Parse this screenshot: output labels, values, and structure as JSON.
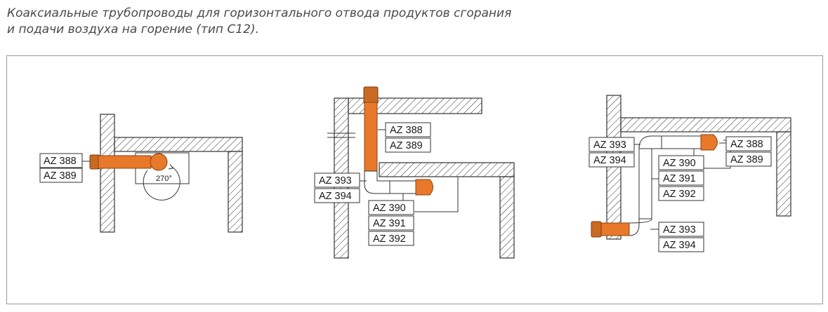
{
  "caption": {
    "line1": "Коаксиальные трубопроводы для горизонтального отвода продуктов сгорания",
    "line2": "и подачи воздуха на горение (тип С12)."
  },
  "colors": {
    "pipe": "#e8782a",
    "pipe_dark": "#b85a18",
    "wall_line": "#333333",
    "frame": "#9a9a9a"
  },
  "diagram1": {
    "labels": [
      "AZ 388",
      "AZ 389"
    ],
    "angle": "270°"
  },
  "diagram2": {
    "labels_vertical": [
      "AZ 388",
      "AZ 389"
    ],
    "labels_elbow": [
      "AZ 393",
      "AZ 394"
    ],
    "labels_horizontal": [
      "AZ 390",
      "AZ 391",
      "AZ 392"
    ]
  },
  "diagram3": {
    "labels_elbow_top": [
      "AZ 393",
      "AZ 394"
    ],
    "labels_terminal": [
      "AZ 388",
      "AZ 389"
    ],
    "labels_pipe": [
      "AZ 390",
      "AZ 391",
      "AZ 392"
    ],
    "labels_elbow_bottom": [
      "AZ 393",
      "AZ 394"
    ]
  }
}
